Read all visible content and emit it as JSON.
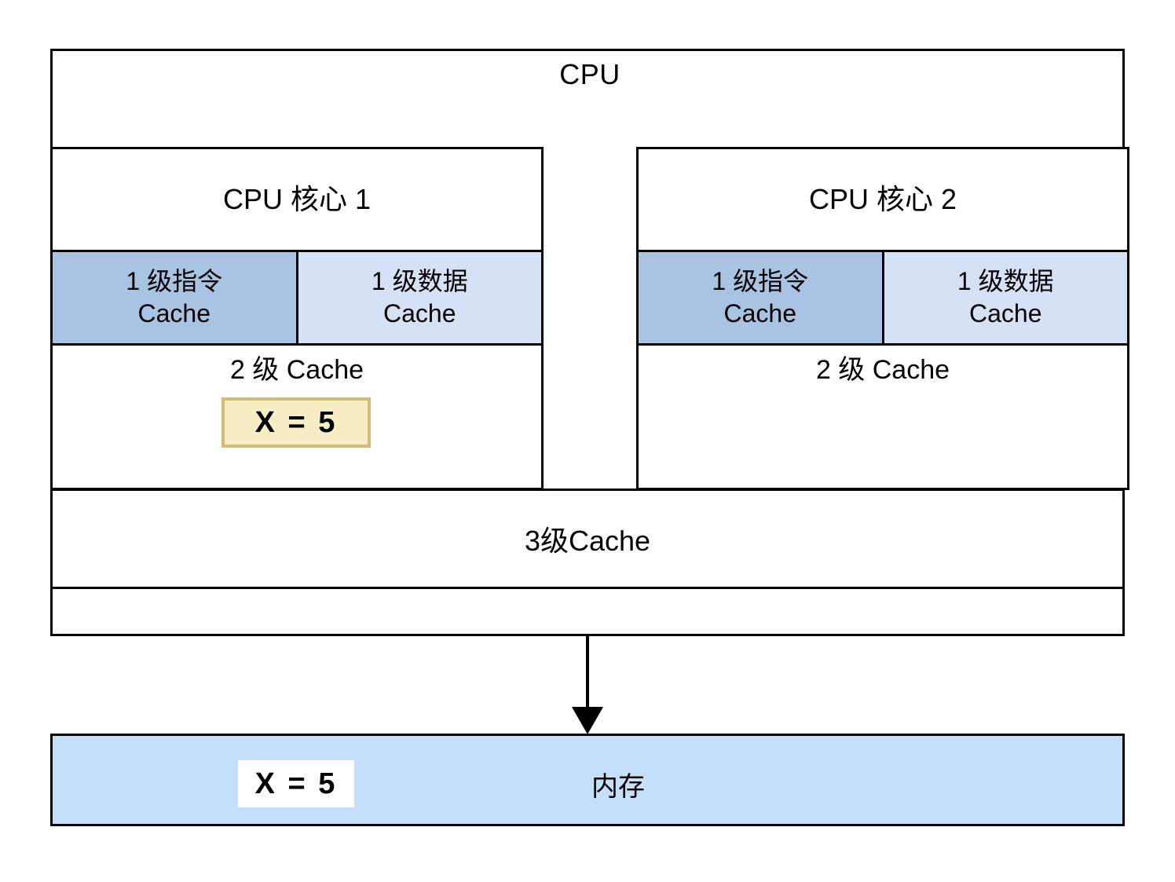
{
  "diagram": {
    "title": "CPU",
    "cpu": {
      "label": "CPU",
      "cores": [
        {
          "name": "CPU 核心 1",
          "l1_instruction": {
            "line1": "1 级指令",
            "line2": "Cache"
          },
          "l1_data": {
            "line1": "1 级数据",
            "line2": "Cache"
          },
          "l2": {
            "label": "2 级 Cache",
            "value": "X =  5",
            "has_value": true
          }
        },
        {
          "name": "CPU 核心 2",
          "l1_instruction": {
            "line1": "1 级指令",
            "line2": "Cache"
          },
          "l1_data": {
            "line1": "1 级数据",
            "line2": "Cache"
          },
          "l2": {
            "label": "2 级 Cache",
            "value": "",
            "has_value": false
          }
        }
      ],
      "l3": {
        "label": "3级Cache"
      },
      "bus": {
        "label": ""
      }
    },
    "connector": {
      "type": "down-arrow"
    },
    "memory": {
      "label": "内存",
      "value": "X =  5"
    }
  },
  "colors": {
    "l1_instruction_fill": "#A9C3E3",
    "l1_data_fill": "#D5E1F5",
    "memory_fill": "#C6E0FB",
    "value_highlight_fill": "#F8EDC5",
    "value_highlight_border": "#D4BC78",
    "memory_value_fill": "#FFFFFF",
    "stroke": "#000000",
    "background": "#FFFFFF"
  }
}
